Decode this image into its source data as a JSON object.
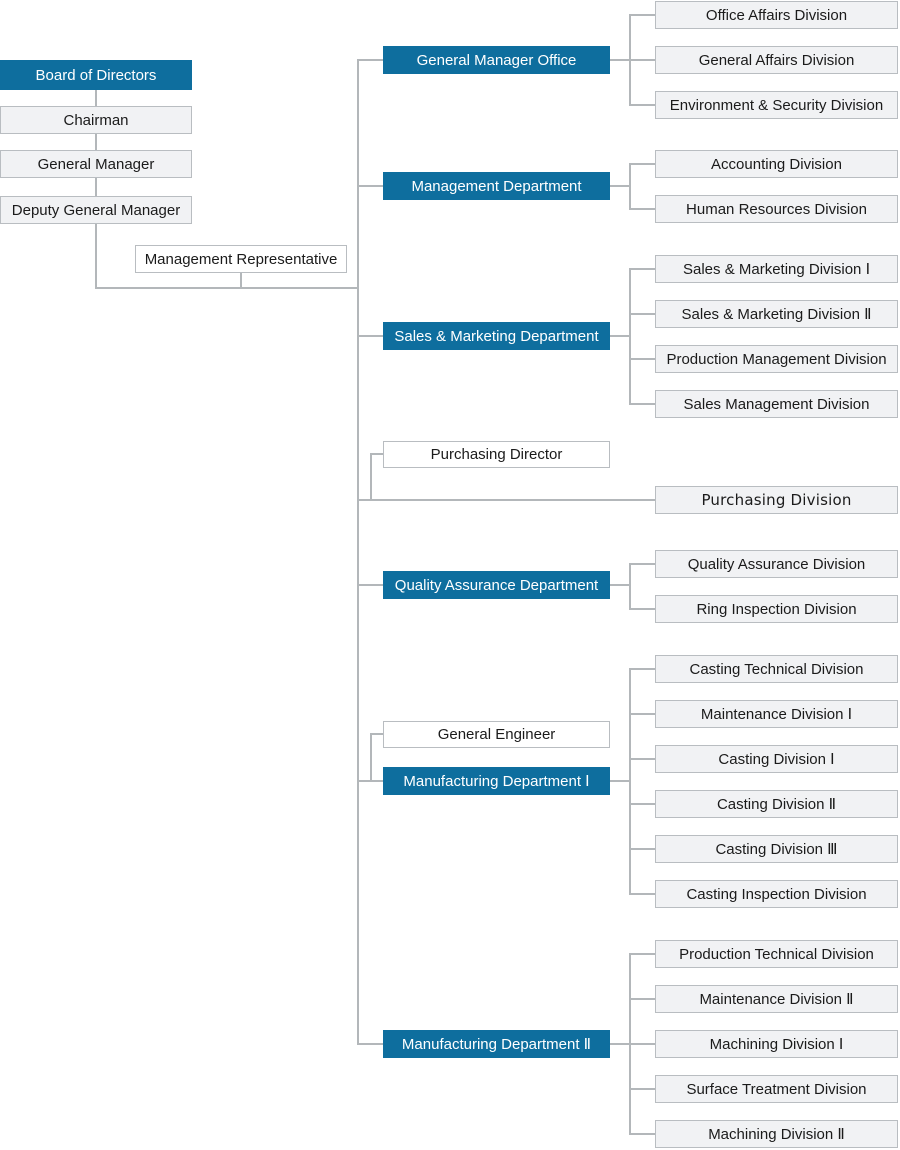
{
  "colors": {
    "primary_blue": "#0e6e9e",
    "box_fill": "#f1f2f4",
    "box_border": "#b9bdc1",
    "white_box_fill": "#ffffff",
    "connector": "#b3b7ba",
    "text_dark": "#1b1b1b",
    "text_on_blue": "#ffffff"
  },
  "org": {
    "executive_chain": [
      {
        "label": "Board of Directors",
        "style": "primary"
      },
      {
        "label": "Chairman",
        "style": "fill"
      },
      {
        "label": "General Manager",
        "style": "fill"
      },
      {
        "label": "Deputy General Manager",
        "style": "fill"
      }
    ],
    "management_representative": {
      "label": "Management Representative",
      "style": "outline"
    },
    "departments": [
      {
        "label": "General Manager Office",
        "style": "primary",
        "children": [
          "Office Affairs Division",
          "General Affairs Division",
          "Environment & Security Division"
        ]
      },
      {
        "label": "Management Department",
        "style": "primary",
        "children": [
          "Accounting Division",
          "Human Resources Division"
        ]
      },
      {
        "label": "Sales & Marketing Department",
        "style": "primary",
        "children": [
          "Sales & Marketing Division Ⅰ",
          "Sales & Marketing Division Ⅱ",
          "Production Management Division",
          "Sales Management Division"
        ]
      },
      {
        "label": "Purchasing Director",
        "style": "outline",
        "children": [
          "Purchasing Division"
        ]
      },
      {
        "label": "Quality Assurance Department",
        "style": "primary",
        "children": [
          "Quality Assurance Division",
          "Ring Inspection Division"
        ]
      },
      {
        "label": "General Engineer",
        "style": "outline",
        "children": []
      },
      {
        "label": "Manufacturing Department Ⅰ",
        "style": "primary",
        "children": [
          "Casting Technical Division",
          "Maintenance Division Ⅰ",
          "Casting Division Ⅰ",
          "Casting Division Ⅱ",
          "Casting Division Ⅲ",
          "Casting Inspection Division"
        ]
      },
      {
        "label": "Manufacturing Department Ⅱ",
        "style": "primary",
        "children": [
          "Production Technical Division",
          "Maintenance Division Ⅱ",
          "Machining Division Ⅰ",
          "Surface Treatment Division",
          "Machining Division Ⅱ"
        ]
      }
    ]
  }
}
